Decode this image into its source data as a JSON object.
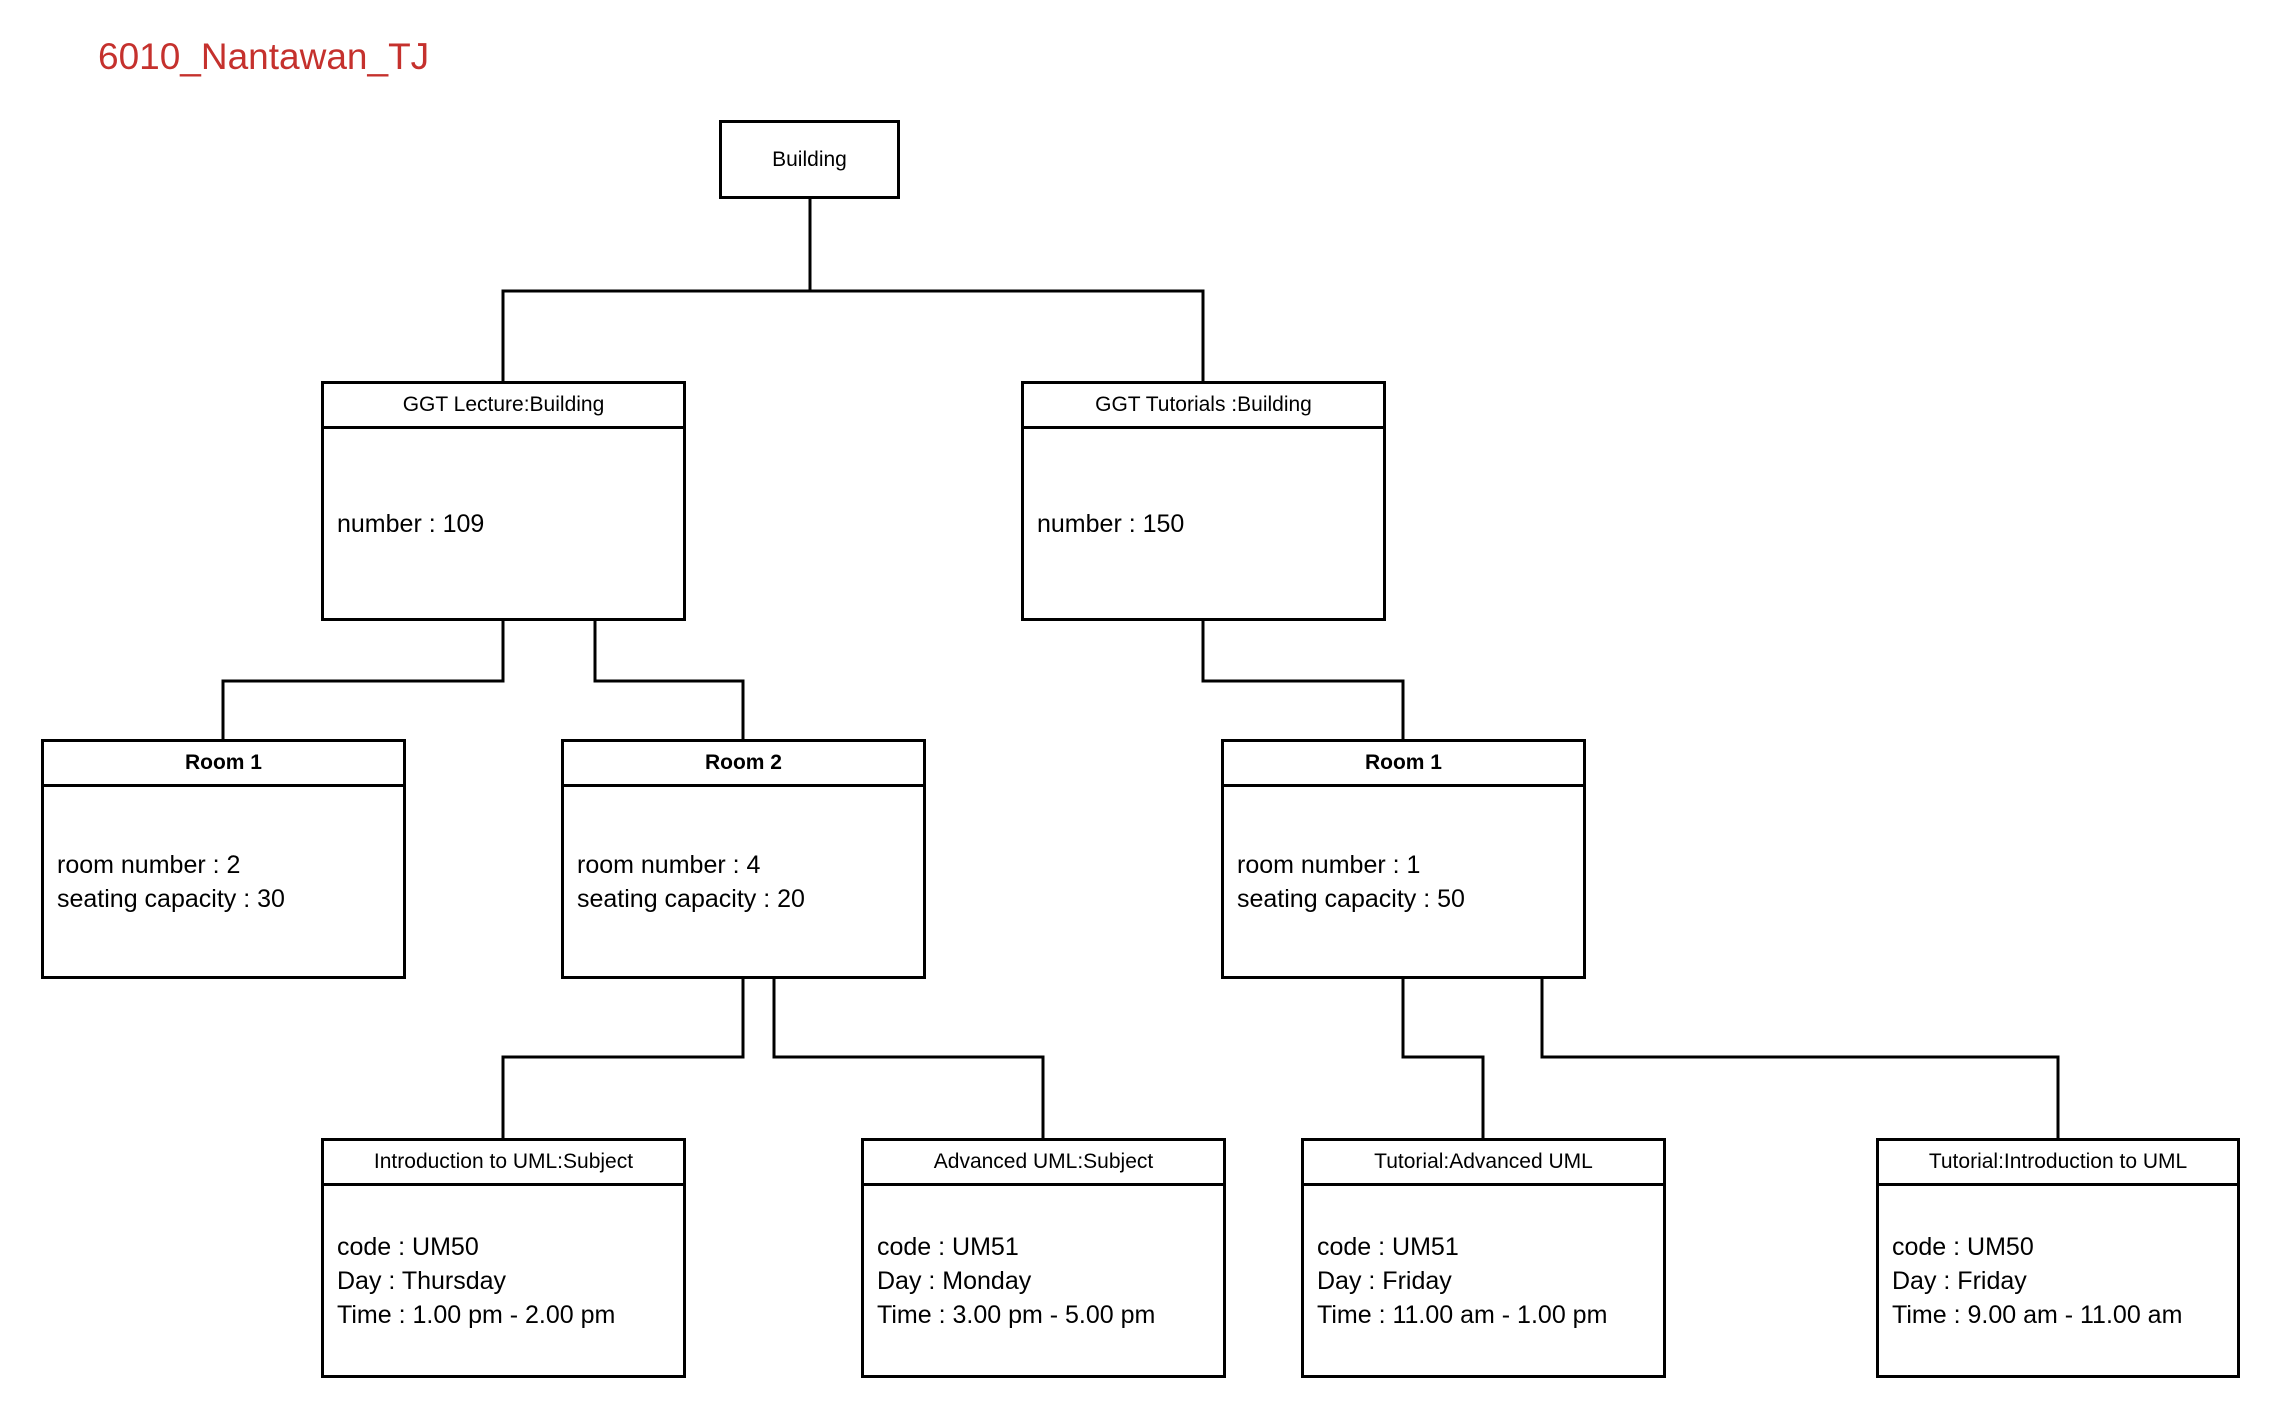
{
  "page": {
    "title": "6010_Nantawan_TJ"
  },
  "colors": {
    "title_red": "#c5312d",
    "line_black": "#000000",
    "background": "#ffffff",
    "node_fill": "#ffffff"
  },
  "nodes": {
    "building": {
      "label": "Building"
    },
    "ggt_lecture": {
      "title": "GGT Lecture:Building",
      "line1": "number : 109"
    },
    "ggt_tutorials": {
      "title": "GGT Tutorials :Building",
      "line1": "number : 150"
    },
    "room1_lecture": {
      "title": "Room 1",
      "line1": "room number : 2",
      "line2": "seating capacity : 30"
    },
    "room2_lecture": {
      "title": "Room 2",
      "line1": "room number : 4",
      "line2": "seating capacity : 20"
    },
    "room1_tutorials": {
      "title": "Room 1",
      "line1": "room number : 1",
      "line2": "seating capacity : 50"
    },
    "subject_intro": {
      "title": "Introduction to UML:Subject",
      "line1": "code : UM50",
      "line2": "Day : Thursday",
      "line3": "Time : 1.00 pm - 2.00 pm"
    },
    "subject_advanced": {
      "title": "Advanced UML:Subject",
      "line1": "code : UM51",
      "line2": "Day : Monday",
      "line3": "Time : 3.00 pm - 5.00 pm"
    },
    "tutorial_advanced": {
      "title": "Tutorial:Advanced UML",
      "line1": "code : UM51",
      "line2": "Day : Friday",
      "line3": "Time : 11.00 am - 1.00 pm"
    },
    "tutorial_intro": {
      "title": "Tutorial:Introduction to UML",
      "line1": "code : UM50",
      "line2": "Day : Friday",
      "line3": "Time : 9.00 am - 11.00 am"
    }
  },
  "edges": [
    {
      "from": "building",
      "to": "ggt_lecture"
    },
    {
      "from": "building",
      "to": "ggt_tutorials"
    },
    {
      "from": "ggt_lecture",
      "to": "room1_lecture"
    },
    {
      "from": "ggt_lecture",
      "to": "room2_lecture"
    },
    {
      "from": "ggt_tutorials",
      "to": "room1_tutorials"
    },
    {
      "from": "room2_lecture",
      "to": "subject_intro"
    },
    {
      "from": "room2_lecture",
      "to": "subject_advanced"
    },
    {
      "from": "room1_tutorials",
      "to": "tutorial_advanced"
    },
    {
      "from": "room1_tutorials",
      "to": "tutorial_intro"
    }
  ]
}
